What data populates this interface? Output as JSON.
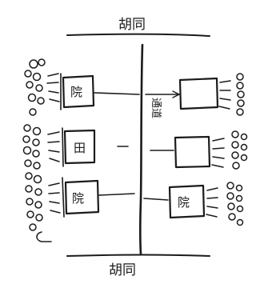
{
  "top_label": "胡同",
  "bottom_label": "胡同",
  "spine_label": "通道",
  "blocks": [
    {
      "id": "upper-left",
      "label": "院"
    },
    {
      "id": "middle-left",
      "label": "田"
    },
    {
      "id": "lower-left",
      "label": "院"
    },
    {
      "id": "upper-right",
      "label": ""
    },
    {
      "id": "middle-right",
      "label": ""
    },
    {
      "id": "lower-right",
      "label": "院"
    }
  ]
}
